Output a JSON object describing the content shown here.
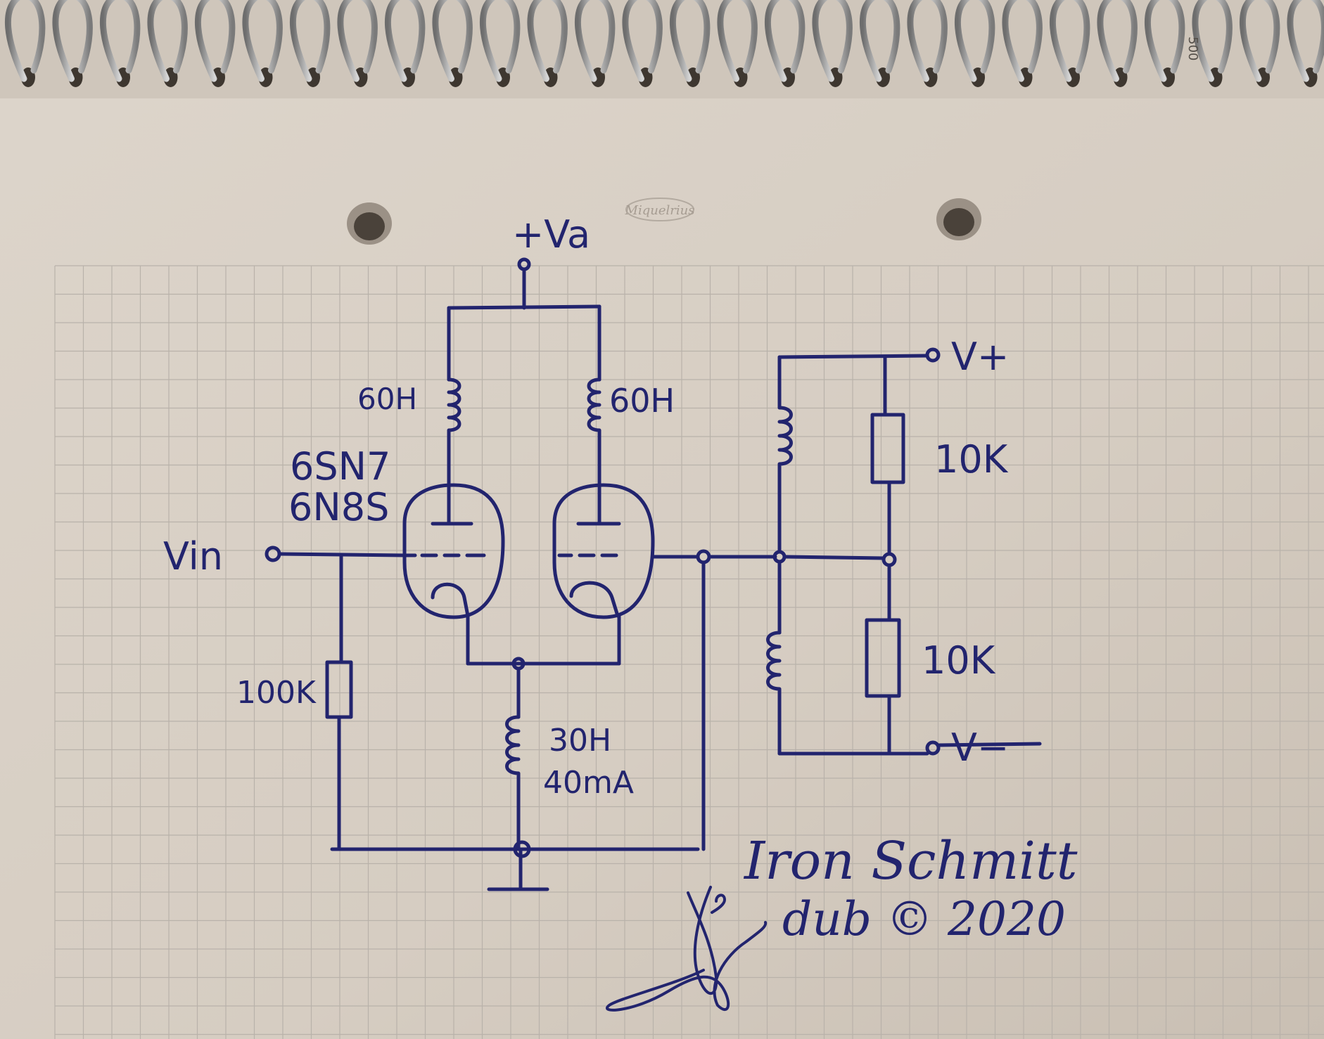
{
  "paper": {
    "brand": "Miquelrius",
    "corner_mark": "500"
  },
  "schematic": {
    "supply_label": "+Va",
    "input_label": "Vin",
    "output_pos_label": "V+",
    "output_neg_label": "V−",
    "tube_type_1": "6SN7",
    "tube_type_2": "6N8S",
    "plate_choke_left": "60H",
    "plate_choke_right": "60H",
    "grid_resistor": "100K",
    "tail_choke_value": "30H",
    "tail_choke_current": "40mA",
    "divider_resistor_top": "10K",
    "divider_resistor_bottom": "10K"
  },
  "signature": {
    "title": "Iron Schmitt",
    "credit": "dub © 2020"
  },
  "colors": {
    "ink": "#22246e",
    "paper": "#d8cfc4",
    "grid": "#b9b2aa",
    "spiral_wire": "#9a9a9a"
  }
}
